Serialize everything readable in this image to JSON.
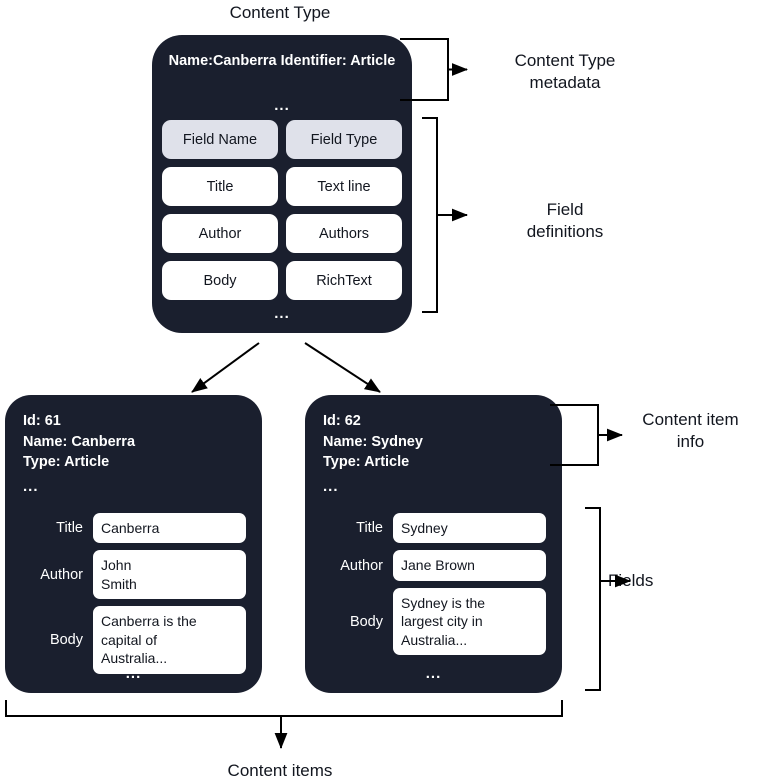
{
  "diagram": {
    "title_top": "Content Type",
    "title_bottom": "Content items",
    "ellipsis": "...",
    "colors": {
      "card_background": "#1a1f2e",
      "chip_header_background": "#dfe1ea",
      "chip_background": "#ffffff",
      "text_on_dark": "#ffffff",
      "text_on_light": "#12161f",
      "connector": "#000000",
      "page_background": "#ffffff"
    }
  },
  "content_type": {
    "metadata_lines": "Name:Canberra\nIdentifier: Article",
    "field_table": {
      "headers": [
        "Field Name",
        "Field Type"
      ],
      "rows": [
        [
          "Title",
          "Text line"
        ],
        [
          "Author",
          "Authors"
        ],
        [
          "Body",
          "RichText"
        ]
      ]
    }
  },
  "annotations": {
    "content_type_metadata": "Content Type\nmetadata",
    "field_definitions": "Field\ndefinitions",
    "content_item_info": "Content item\ninfo",
    "fields": "Fields"
  },
  "content_items": [
    {
      "info_lines": "Id: 61\nName: Canberra\nType: Article",
      "fields": [
        {
          "label": "Title",
          "value": "Canberra"
        },
        {
          "label": "Author",
          "value": "John\nSmith"
        },
        {
          "label": "Body",
          "value": "Canberra is the\ncapital of\nAustralia..."
        }
      ]
    },
    {
      "info_lines": "Id: 62\nName: Sydney\nType: Article",
      "fields": [
        {
          "label": "Title",
          "value": "Sydney"
        },
        {
          "label": "Author",
          "value": "Jane Brown"
        },
        {
          "label": "Body",
          "value": "Sydney is the\nlargest city in\nAustralia..."
        }
      ]
    }
  ]
}
